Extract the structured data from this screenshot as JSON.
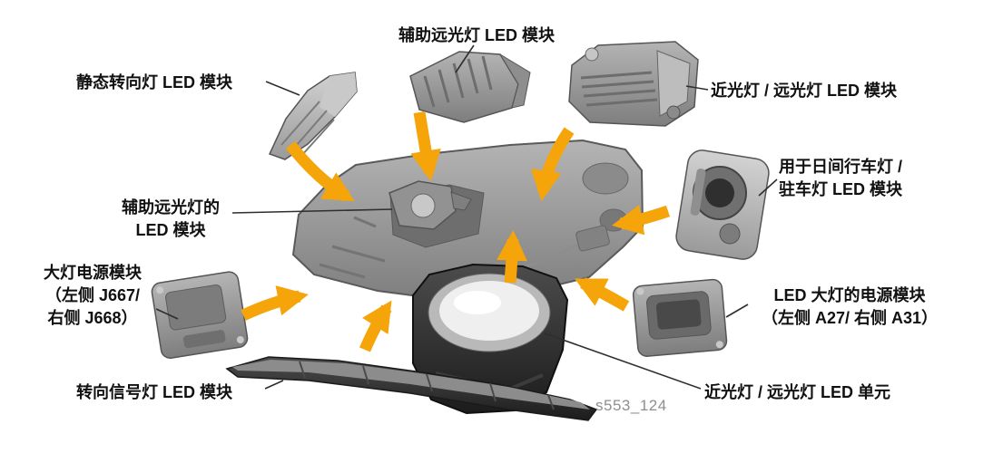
{
  "colors": {
    "arrow": "#F5A50A",
    "leader": "#2e2e2e",
    "label_text": "#111111",
    "watermark_text": "#8f8f8f"
  },
  "watermark": "s553_124",
  "labels": {
    "aux_high_beam_module": "辅助远光灯 LED 模块",
    "static_turn_signal_module": "静态转向灯 LED 模块",
    "low_high_beam_module": "近光灯 / 远光灯 LED 模块",
    "drl_parking_module": "用于日间行车灯 /\n驻车灯 LED 模块",
    "aux_high_beam_inner_module": "辅助远光灯的\nLED 模块",
    "headlight_power_module": "大灯电源模块\n（左侧 J667/\n右侧 J668）",
    "turn_signal_module": "转向信号灯 LED 模块",
    "low_high_beam_unit": "近光灯 / 远光灯 LED 单元",
    "led_headlight_power_module": "LED 大灯的电源模块\n（左侧 A27/ 右侧 A31）"
  }
}
